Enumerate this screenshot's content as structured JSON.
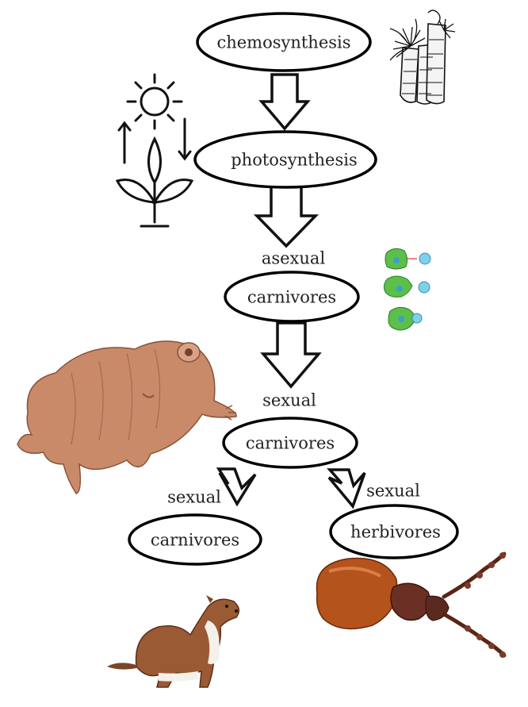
{
  "diagram": {
    "nodes": {
      "chemosynthesis": "chemosynthesis",
      "photosynthesis": "photosynthesis",
      "carnivores_1": "carnivores",
      "carnivores_2": "carnivores",
      "carnivores_3": "carnivores",
      "herbivores": "herbivores"
    },
    "edge_labels": {
      "asexual": "asexual",
      "sexual_1": "sexual",
      "sexual_left": "sexual",
      "sexual_right": "sexual"
    },
    "illustrations": [
      "tube-worms-sketch",
      "plant-sun-icon",
      "cell-phagocytosis-diagram",
      "tardigrade-render",
      "weasel-photo",
      "beetle-photo"
    ],
    "colors": {
      "stroke": "#000000",
      "text": "#222222",
      "background": "#ffffff"
    }
  }
}
